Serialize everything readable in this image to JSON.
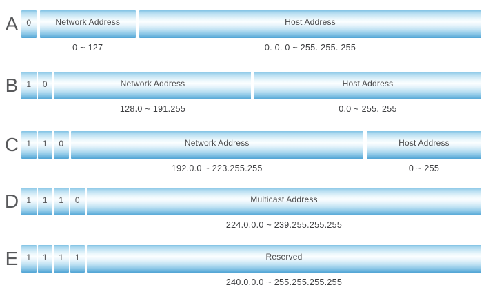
{
  "diagram": {
    "subject": "IP address classes bit layout",
    "rows": [
      {
        "letter": "A",
        "bits": [
          "0"
        ],
        "segments": [
          {
            "label": "Network Address",
            "range": "0 ~ 127"
          },
          {
            "label": "Host Address",
            "range": "0. 0. 0 ~ 255. 255. 255"
          }
        ]
      },
      {
        "letter": "B",
        "bits": [
          "1",
          "0"
        ],
        "segments": [
          {
            "label": "Network Address",
            "range": "128.0 ~ 191.255"
          },
          {
            "label": "Host Address",
            "range": "0.0 ~ 255. 255"
          }
        ]
      },
      {
        "letter": "C",
        "bits": [
          "1",
          "1",
          "0"
        ],
        "segments": [
          {
            "label": "Network Address",
            "range": "192.0.0 ~ 223.255.255"
          },
          {
            "label": "Host Address",
            "range": "0 ~ 255"
          }
        ]
      },
      {
        "letter": "D",
        "bits": [
          "1",
          "1",
          "1",
          "0"
        ],
        "segments": [
          {
            "label": "Multicast Address",
            "range": "224.0.0.0 ~ 239.255.255.255"
          }
        ]
      },
      {
        "letter": "E",
        "bits": [
          "1",
          "1",
          "1",
          "1"
        ],
        "segments": [
          {
            "label": "Reserved",
            "range": "240.0.0.0 ~ 255.255.255.255"
          }
        ]
      }
    ],
    "colors": {
      "bar_top": "#82c3e5",
      "bar_highlight": "#fbfeff",
      "bar_bottom": "#51a4d4",
      "text": "#3d3e40",
      "letter_text": "#58595b"
    }
  }
}
